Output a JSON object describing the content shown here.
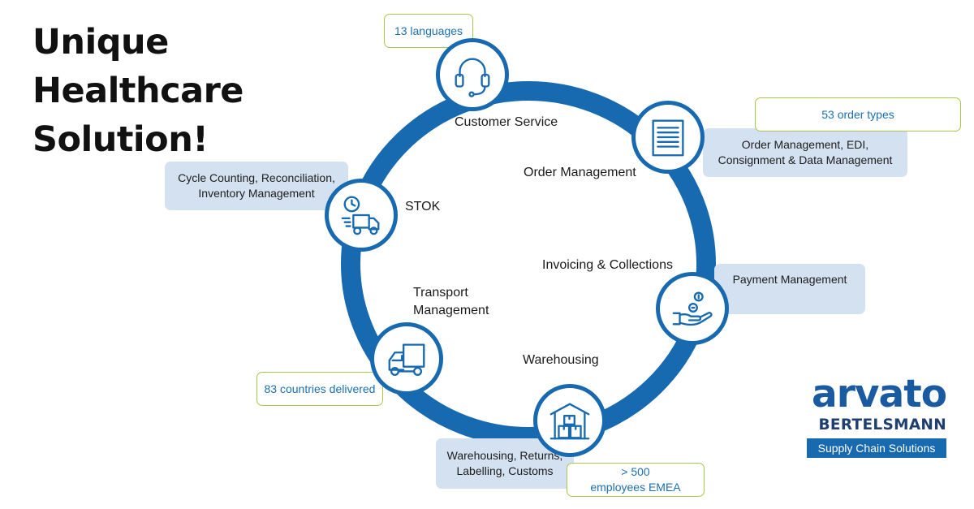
{
  "title": {
    "line1": "Unique",
    "line2": "Healthcare",
    "line3": "Solution!"
  },
  "ring": {
    "color": "#1769b0"
  },
  "stages": [
    {
      "id": "customer-service",
      "label": "Customer Service",
      "icon": "headset-icon"
    },
    {
      "id": "order-management",
      "label": "Order Management",
      "icon": "document-icon"
    },
    {
      "id": "invoicing",
      "label": "Invoicing & Collections",
      "icon": "payment-hand-icon"
    },
    {
      "id": "warehousing",
      "label": "Warehousing",
      "icon": "warehouse-icon"
    },
    {
      "id": "transport",
      "label_line1": "Transport",
      "label_line2": "Management",
      "icon": "delivery-truck-icon"
    },
    {
      "id": "stok",
      "label": "STOK",
      "icon": "truck-clock-icon"
    }
  ],
  "callouts": {
    "languages": "13 languages",
    "order_types": "53 order types",
    "order_mgmt_line1": "Order Management, EDI,",
    "order_mgmt_line2": "Consignment & Data Management",
    "payment": "Payment Management",
    "cycle_line1": "Cycle Counting, Reconciliation,",
    "cycle_line2": "Inventory Management",
    "countries": "83 countries delivered",
    "warehousing_line1": "Warehousing, Returns,",
    "warehousing_line2": "Labelling, Customs",
    "employees_line1": "> 500",
    "employees_line2": "employees EMEA"
  },
  "colors": {
    "accent_blue": "#1769b0",
    "callout_fill": "#d3e1f0",
    "callout_border_green": "#a6c94a",
    "callout_text_blue": "#1b6fb3"
  },
  "logo": {
    "word": "arvato",
    "company": "BERTELSMANN",
    "tagline": "Supply Chain Solutions"
  }
}
